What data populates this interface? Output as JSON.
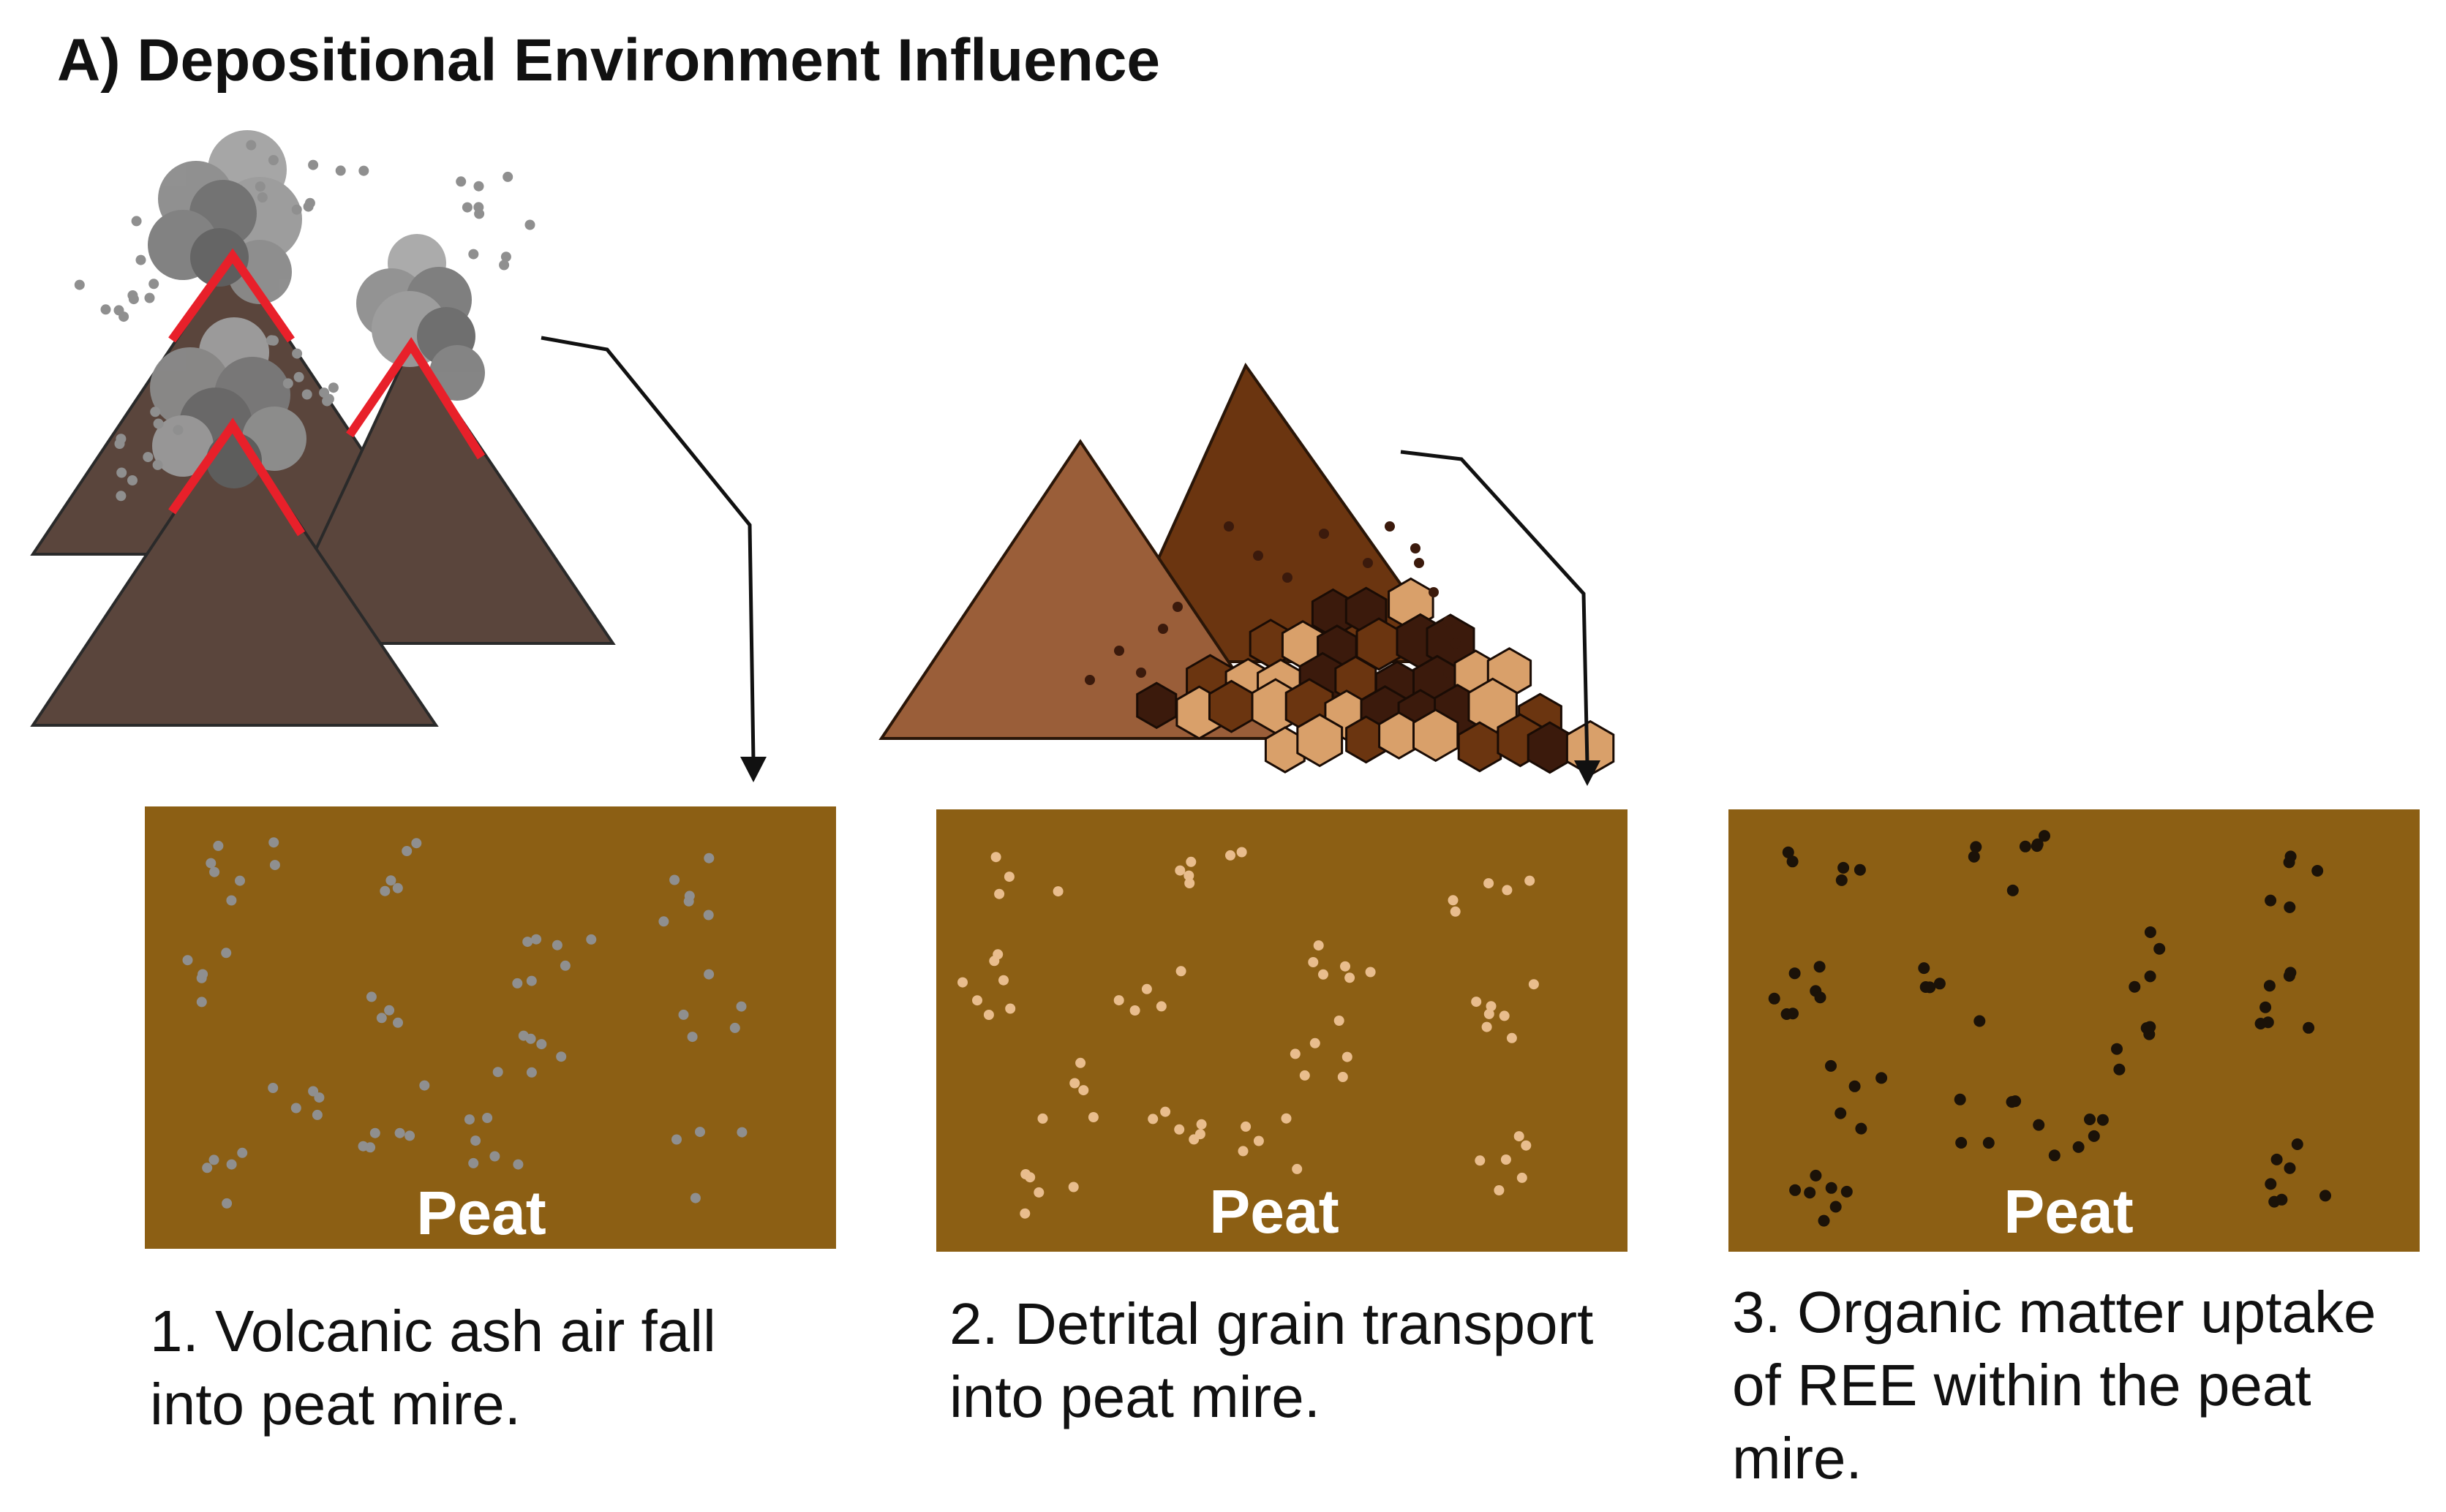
{
  "title": "A) Depositional Environment Influence",
  "panels": [
    {
      "id": "volcanic",
      "peat_label": "Peat",
      "caption_lines": [
        "1. Volcanic ash air fall",
        "into peat mire."
      ],
      "particle_color": "#8f8f8f"
    },
    {
      "id": "detrital",
      "peat_label": "Peat",
      "caption_lines": [
        "2. Detrital grain transport",
        "into peat mire."
      ],
      "particle_color": "#e9bd8d"
    },
    {
      "id": "organic",
      "peat_label": "Peat",
      "caption_lines": [
        "3. Organic matter uptake",
        "of REE within the peat",
        "mire."
      ],
      "particle_color": "#1b1208"
    }
  ],
  "colors": {
    "peat": "#8c5f14",
    "volcano": "#5a453c",
    "lava_rim": "#e8202a",
    "smoke": [
      "#5c5c5c",
      "#7a7a7a",
      "#9a9a9a"
    ],
    "mountain_light": "#9a5e39",
    "mountain_dark": "#6b3510",
    "grain_colors": [
      "#3b1a0c",
      "#6b3510",
      "#d9a06a"
    ],
    "arrow": "#111111"
  },
  "icons": [
    "volcano-icon",
    "smoke-plume-icon",
    "mountain-icon",
    "grain-pile-icon",
    "arrow-icon"
  ]
}
